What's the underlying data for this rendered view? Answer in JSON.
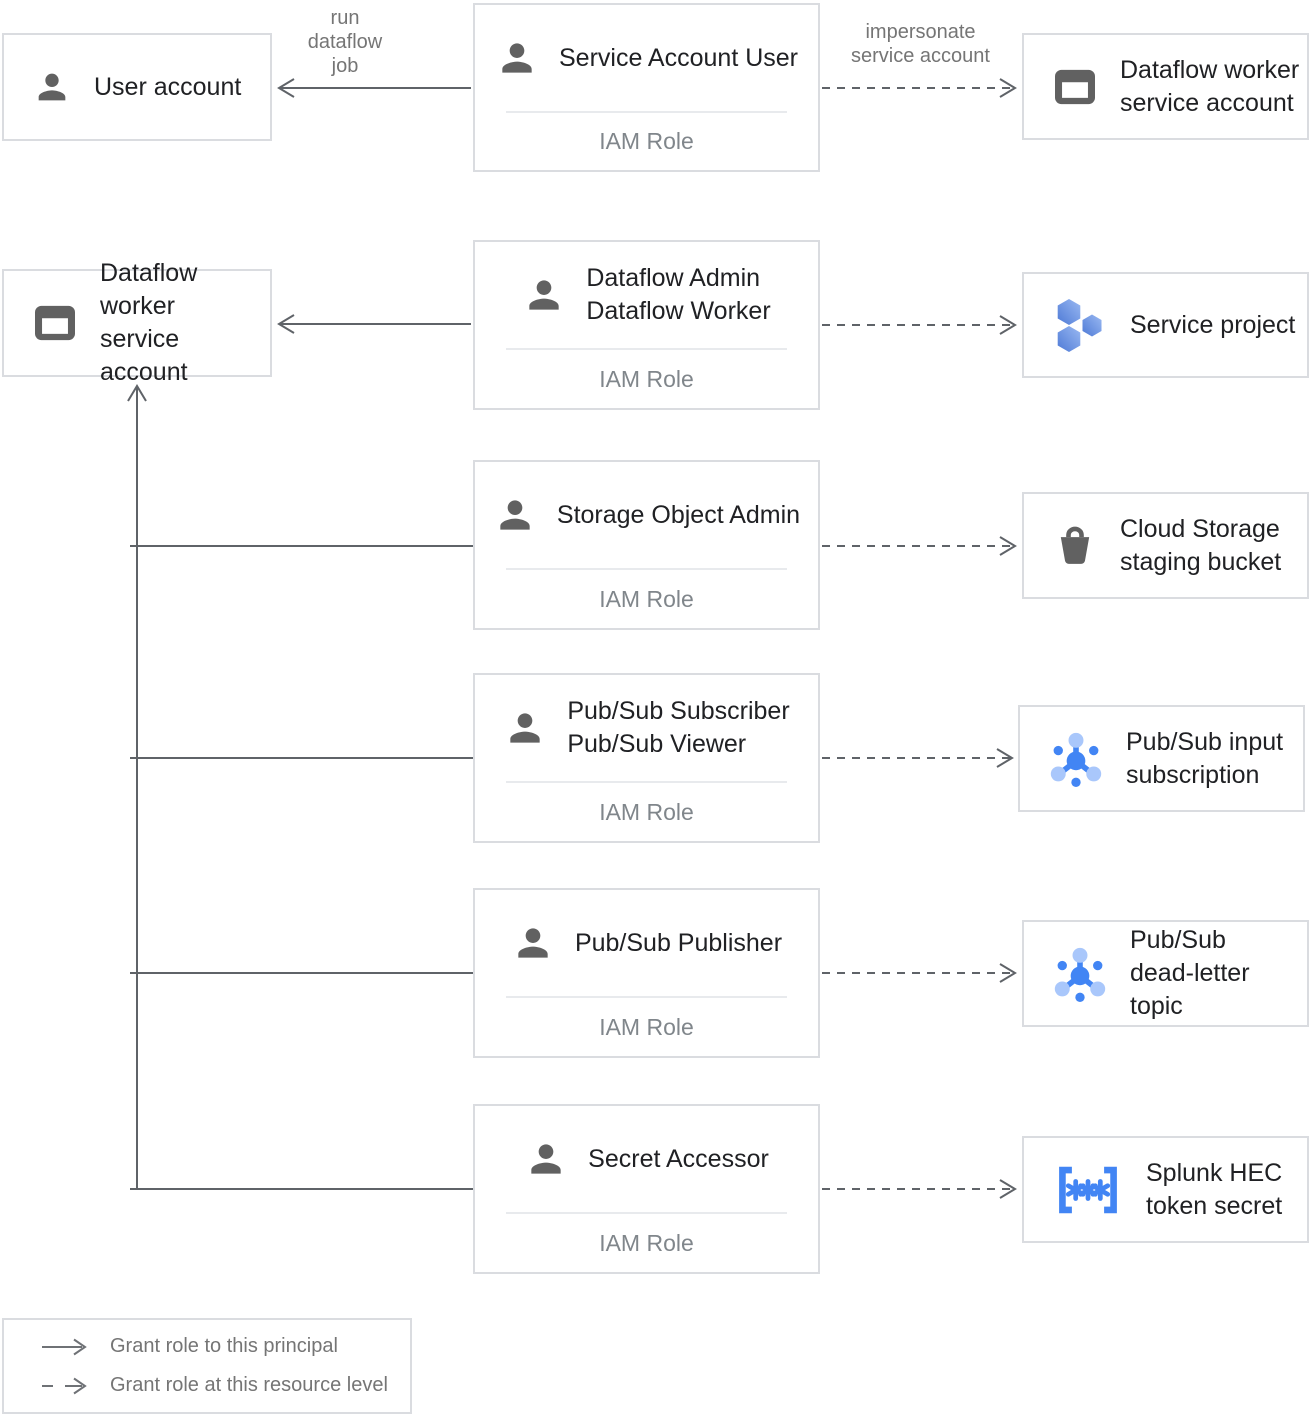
{
  "colors": {
    "line_gray": "#5f6368",
    "icon_gray": "#616161",
    "border_gray": "#dadce0",
    "text_dark": "#202124",
    "text_muted": "#757575",
    "iam_sub_gray": "#80868b",
    "accent_blue": "#4285f4",
    "light_blue": "#a9c7fb",
    "hexagon_blue_dark": "#4e7ad6",
    "hexagon_blue_light": "#9ab9f2"
  },
  "edge_labels": {
    "run_dataflow_job": "run\ndataflow\njob",
    "impersonate": "impersonate\nservice account"
  },
  "principals": [
    {
      "label": "User account"
    },
    {
      "label": "Dataflow worker\nservice account"
    }
  ],
  "iam_roles": [
    {
      "title": "Service Account User",
      "subtitle": "IAM Role"
    },
    {
      "title": "Dataflow Admin\nDataflow Worker",
      "subtitle": "IAM Role"
    },
    {
      "title": "Storage Object Admin",
      "subtitle": "IAM Role"
    },
    {
      "title": "Pub/Sub Subscriber\nPub/Sub Viewer",
      "subtitle": "IAM Role"
    },
    {
      "title": "Pub/Sub Publisher",
      "subtitle": "IAM Role"
    },
    {
      "title": "Secret Accessor",
      "subtitle": "IAM Role"
    }
  ],
  "resources": [
    {
      "label": "Dataflow worker\nservice account",
      "icon": "service-account-card-icon"
    },
    {
      "label": "Service project",
      "icon": "project-hexagons-icon"
    },
    {
      "label": "Cloud Storage\nstaging bucket",
      "icon": "storage-bucket-icon"
    },
    {
      "label": "Pub/Sub input\nsubscription",
      "icon": "pubsub-icon"
    },
    {
      "label": "Pub/Sub\ndead-letter topic",
      "icon": "pubsub-icon"
    },
    {
      "label": "Splunk HEC\ntoken secret",
      "icon": "secret-icon"
    }
  ],
  "legend": {
    "solid_label": "Grant role to this principal",
    "dashed_label": "Grant role at this resource level"
  }
}
